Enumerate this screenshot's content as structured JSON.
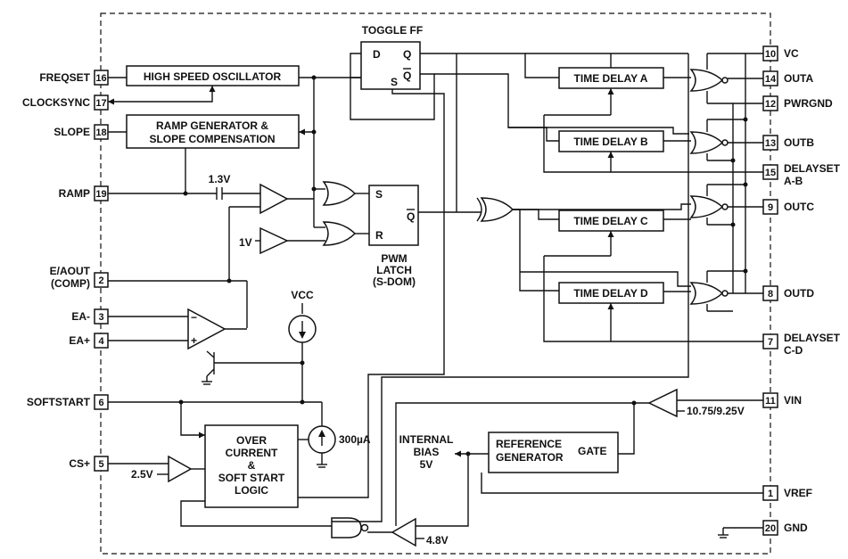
{
  "pins": {
    "freqset": {
      "name": "FREQSET",
      "num": "16"
    },
    "clocksync": {
      "name": "CLOCKSYNC",
      "num": "17"
    },
    "slope": {
      "name": "SLOPE",
      "num": "18"
    },
    "ramp": {
      "name": "RAMP",
      "num": "19"
    },
    "eaout": {
      "name": "E/AOUT",
      "name2": "(COMP)",
      "num": "2"
    },
    "eaminus": {
      "name": "EA-",
      "num": "3"
    },
    "eaplus": {
      "name": "EA+",
      "num": "4"
    },
    "softstart": {
      "name": "SOFTSTART",
      "num": "6"
    },
    "csplus": {
      "name": "CS+",
      "num": "5"
    },
    "vc": {
      "name": "VC",
      "num": "10"
    },
    "outa": {
      "name": "OUTA",
      "num": "14"
    },
    "pwrgnd": {
      "name": "PWRGND",
      "num": "12"
    },
    "outb": {
      "name": "OUTB",
      "num": "13"
    },
    "delaysetab": {
      "name": "DELAYSET",
      "name2": "A-B",
      "num": "15"
    },
    "outc": {
      "name": "OUTC",
      "num": "9"
    },
    "outd": {
      "name": "OUTD",
      "num": "8"
    },
    "delaysetcd": {
      "name": "DELAYSET",
      "name2": "C-D",
      "num": "7"
    },
    "vin": {
      "name": "VIN",
      "num": "11"
    },
    "vref": {
      "name": "VREF",
      "num": "1"
    },
    "gnd": {
      "name": "GND",
      "num": "20"
    }
  },
  "blocks": {
    "oscillator": "HIGH SPEED OSCILLATOR",
    "ramp_gen_1": "RAMP GENERATOR &",
    "ramp_gen_2": "SLOPE COMPENSATION",
    "delay_a": "TIME DELAY A",
    "delay_b": "TIME DELAY B",
    "delay_c": "TIME DELAY C",
    "delay_d": "TIME DELAY D",
    "overcurrent_1": "OVER",
    "overcurrent_2": "CURRENT",
    "overcurrent_3": "&",
    "overcurrent_4": "SOFT START",
    "overcurrent_5": "LOGIC",
    "reference_1": "REFERENCE",
    "reference_2": "GENERATOR",
    "reference_gate": "GATE"
  },
  "labels": {
    "toggle_ff": "TOGGLE FF",
    "ff_d": "D",
    "ff_q": "Q",
    "ff_qbar": "Q",
    "ff_s": "S",
    "latch_s": "S",
    "latch_r": "R",
    "latch_qbar": "Q",
    "pwm_1": "PWM",
    "pwm_2": "LATCH",
    "pwm_3": "(S-DOM)",
    "v13": "1.3V",
    "v1": "1V",
    "vcc": "VCC",
    "i300": "300µA",
    "v25": "2.5V",
    "v48": "4.8V",
    "vin_thresh": "10.75/9.25V",
    "internal_1": "INTERNAL",
    "internal_2": "BIAS",
    "internal_3": "5V",
    "minus": "−",
    "plus": "+"
  }
}
